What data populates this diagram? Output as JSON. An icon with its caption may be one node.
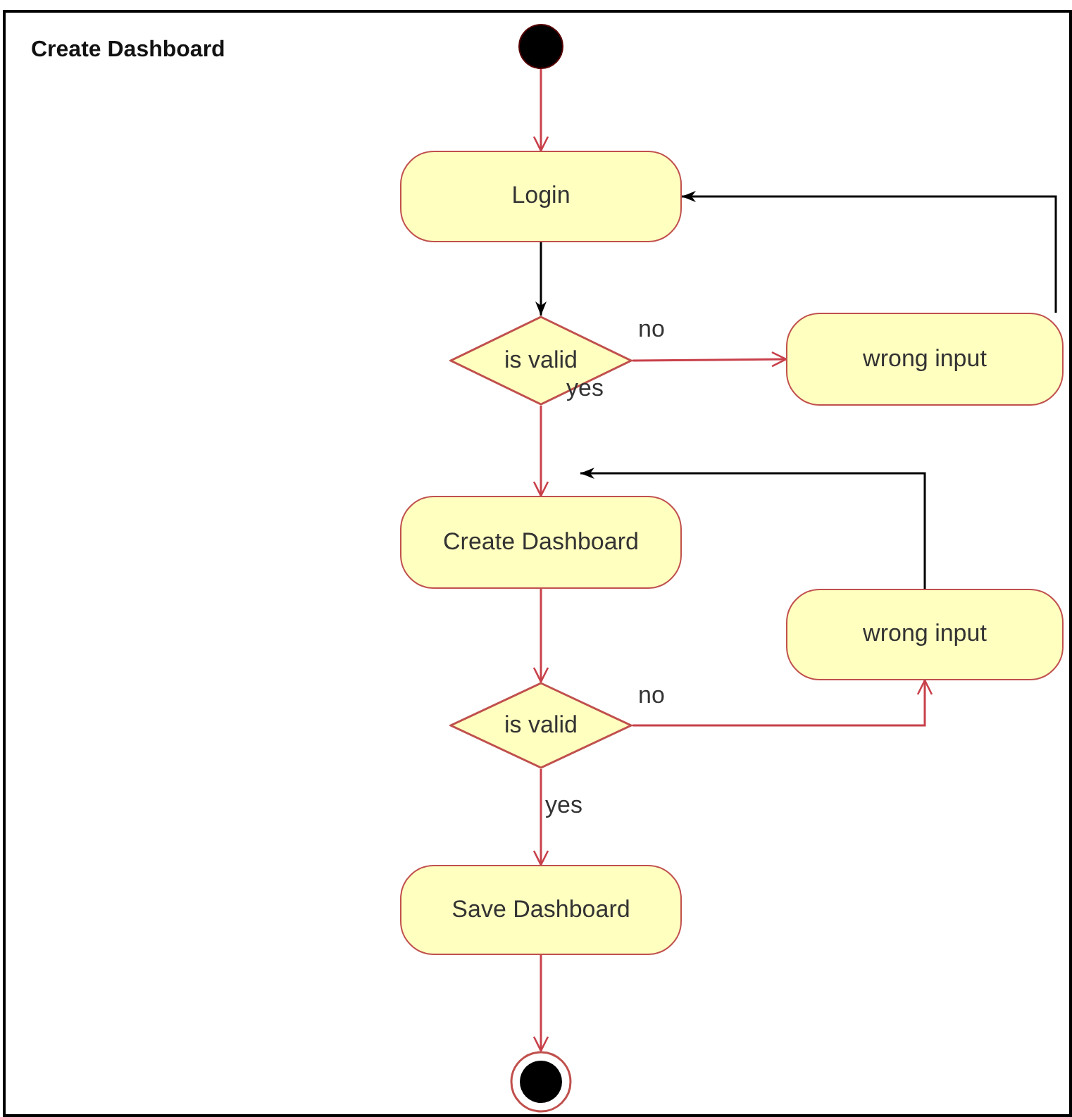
{
  "diagram": {
    "nodes": [
      {
        "text": [
          "Create Dashboard"
        ]
      },
      {
        "text": [],
        "shape": "circle",
        "in": 0
      },
      {
        "text": [
          "Login"
        ],
        "in": 0
      },
      {
        "text": [
          "is valid"
        ],
        "in": 0
      },
      {
        "text": [
          "wrong input"
        ],
        "in": 0
      },
      {
        "text": [
          "Create Dashboard"
        ],
        "in": 0
      },
      {
        "text": [
          "wrong input"
        ],
        "in": 0
      },
      {
        "text": [
          "is valid"
        ],
        "in": 0
      },
      {
        "text": [
          "Save Dashboard"
        ],
        "in": 0
      },
      {
        "text": [],
        "shape": "circle",
        "in": 0
      }
    ],
    "edges": [
      {
        "from": 1,
        "to": 2,
        "arrow": "to"
      },
      {
        "from": 2,
        "to": 3,
        "arrow": "to",
        "color": "#000000"
      },
      {
        "from": 3,
        "to": 4,
        "arrow": "to",
        "label": "no"
      },
      {
        "from": 4,
        "to": 2,
        "arrow": "to",
        "color": "#000000"
      },
      {
        "from": 3,
        "to": 5,
        "arrow": "to",
        "label": "yes"
      },
      {
        "from": 5,
        "to": 7,
        "arrow": "to"
      },
      {
        "from": 7,
        "to": 6,
        "arrow": "to",
        "label": "no"
      },
      {
        "from": 6,
        "to": 5,
        "arrow": "to",
        "color": "#000000"
      },
      {
        "from": 7,
        "to": 8,
        "arrow": "to",
        "label": "yes"
      },
      {
        "from": 8,
        "to": 9,
        "arrow": "to"
      }
    ]
  }
}
